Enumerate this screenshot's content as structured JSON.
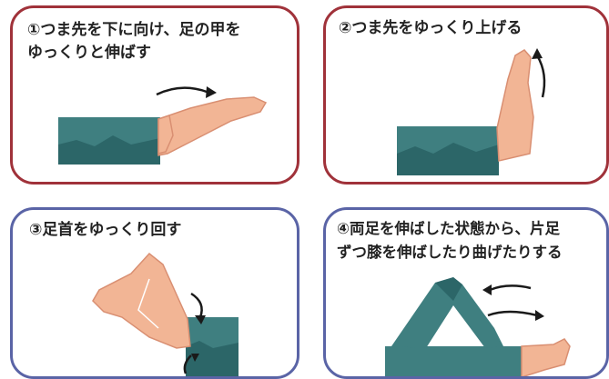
{
  "panels": [
    {
      "caption": "①つま先を下に向け、足の甲を\nゆっくりと伸ばす",
      "border_color": "#a0323a"
    },
    {
      "caption": "②つま先をゆっくり上げる",
      "border_color": "#a0323a"
    },
    {
      "caption": "③足首をゆっくり回す",
      "border_color": "#5a64a6"
    },
    {
      "caption": "④両足を伸ばした状態から、片足\nずつ膝を伸ばしたり曲げたりする",
      "border_color": "#5a64a6"
    }
  ],
  "colors": {
    "skin": "#f2b595",
    "skin_dark": "#d98f72",
    "pants": "#3f7f80",
    "pants_dark": "#1f5559",
    "arrow": "#1a1a1a"
  }
}
